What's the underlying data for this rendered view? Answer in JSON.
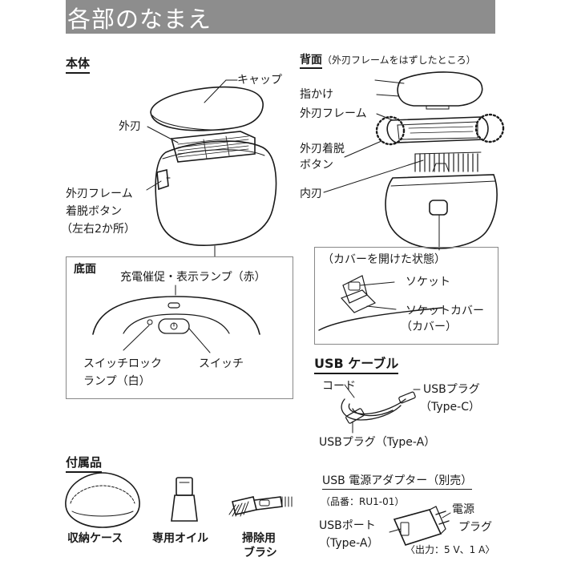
{
  "title": "各部のなまえ",
  "body_section": {
    "heading": "本体",
    "cap": "キャップ",
    "outer_blade": "外刃",
    "release_button": [
      "外刃フレーム",
      "着脱ボタン",
      "（左右2か所）"
    ]
  },
  "back_section": {
    "heading": "背面",
    "heading_note": "（外刃フレームをはずしたところ）",
    "finger_rest": "指かけ",
    "outer_blade_frame": "外刃フレーム",
    "outer_release_button": [
      "外刃着脱",
      "ボタン"
    ],
    "inner_blade": "内刃"
  },
  "bottom_box": {
    "heading": "底面",
    "charge_lamp": "充電催促・表示ランプ（赤）",
    "switch_lock_lamp": [
      "スイッチロック",
      "ランプ（白）"
    ],
    "switch": "スイッチ"
  },
  "cover_box": {
    "heading": "（カバーを開けた状態）",
    "socket": "ソケット",
    "socket_cover": [
      "ソケットカバー",
      "（カバー）"
    ]
  },
  "usb_cable": {
    "heading": "USB ケーブル",
    "cord": "コード",
    "plug_c": [
      "USBプラグ",
      "（Type-C）"
    ],
    "plug_a": "USBプラグ（Type-A）"
  },
  "accessories": {
    "heading": "付属品",
    "case": "収納ケース",
    "oil": "専用オイル",
    "brush": [
      "掃除用",
      "ブラシ"
    ]
  },
  "adapter": {
    "heading": "USB 電源アダプター（別売）",
    "part_no": "（品番：RU1-01）",
    "usb_port": [
      "USBポート",
      "（Type-A）"
    ],
    "plug": [
      "電源",
      "プラグ"
    ],
    "output": "〈出力：5 V、1 A〉"
  }
}
